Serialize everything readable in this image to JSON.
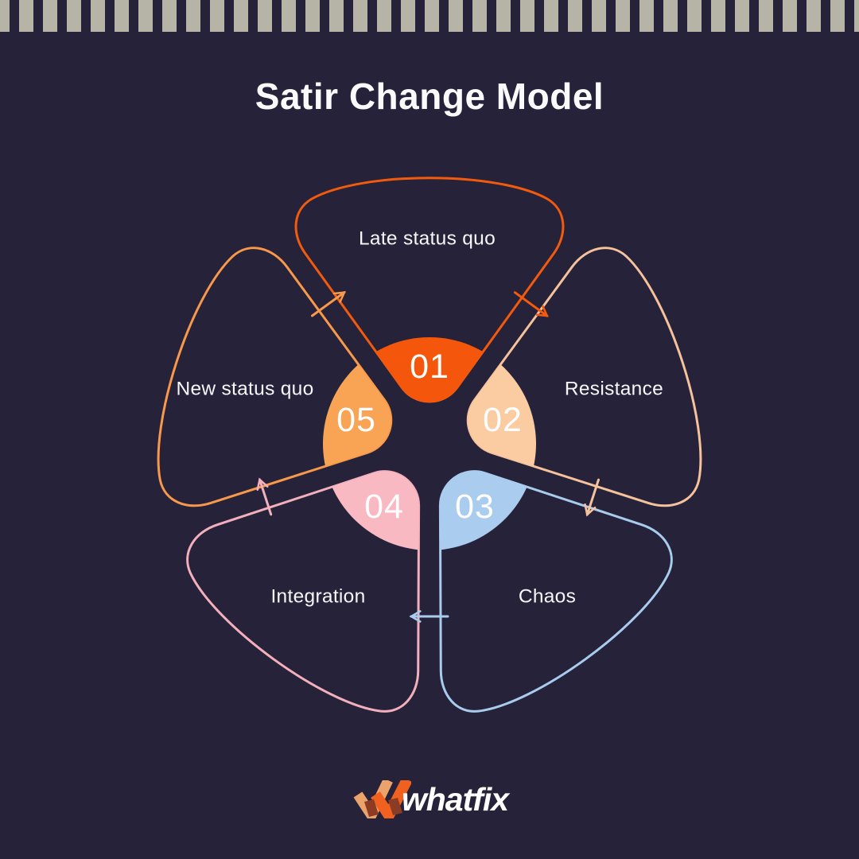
{
  "title": "Satir Change Model",
  "stages": [
    {
      "number": "01",
      "label": "Late status quo",
      "fill": "#F4570C",
      "outline": "#F25A0E"
    },
    {
      "number": "02",
      "label": "Resistance",
      "fill": "#FBCBA2",
      "outline": "#F6C29B"
    },
    {
      "number": "03",
      "label": "Chaos",
      "fill": "#AACDEF",
      "outline": "#A9CCEE"
    },
    {
      "number": "04",
      "label": "Integration",
      "fill": "#F8B9C2",
      "outline": "#F3AFBC"
    },
    {
      "number": "05",
      "label": "New status quo",
      "fill": "#F9A355",
      "outline": "#F7984A"
    }
  ],
  "logo": {
    "text": "whatfix"
  },
  "colors": {
    "background": "#252239",
    "stripe": "#B5B4A6",
    "title_text": "#FAFAFB",
    "mark_light": "#ECA36B",
    "mark_dark": "#F0601F",
    "mark_overlap": "#8C3B25"
  }
}
